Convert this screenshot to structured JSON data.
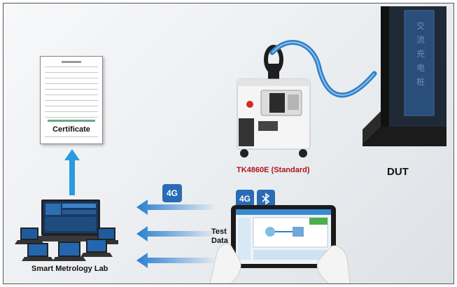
{
  "diagram": {
    "certificate_label": "Certificate",
    "device_label": "TK4860E (Standard)",
    "dut_label": "DUT",
    "lab_label": "Smart Metrology Lab",
    "test_data_label_line1": "Test",
    "test_data_label_line2": "Data",
    "badge_4g_left": "4G",
    "badge_4g_right": "4G",
    "charger_text": "交流充电桩",
    "colors": {
      "accent_blue": "#2a9be0",
      "badge_blue": "#2a6bb5",
      "device_label_red": "#b0141c"
    }
  }
}
